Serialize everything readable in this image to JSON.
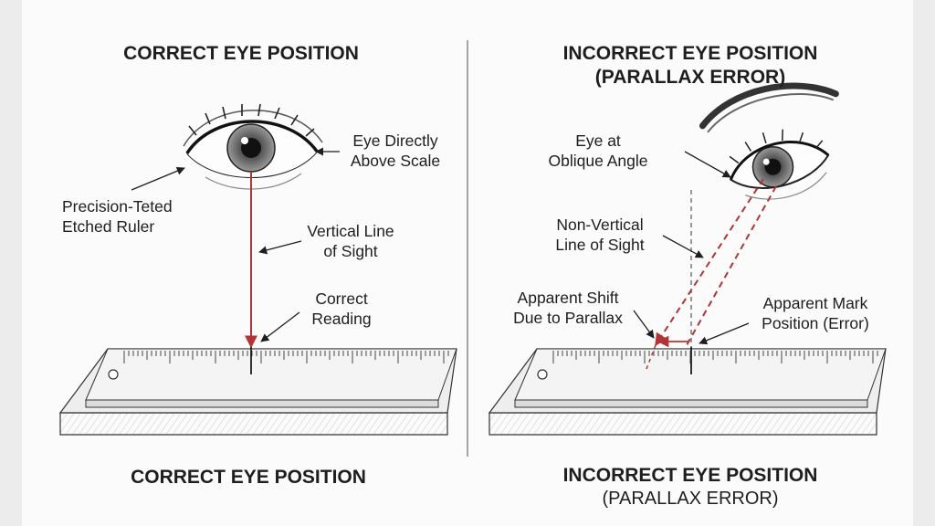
{
  "left_panel": {
    "title": "CORRECT EYE POSITION",
    "labels": {
      "eye": "Eye Directly\nAbove Scale",
      "ruler": "Precision-Teted\nEtched Ruler",
      "sight_line": "Vertical Line\nof Sight",
      "reading": "Correct\nReading"
    },
    "caption": "CORRECT EYE POSITION"
  },
  "right_panel": {
    "title_line1": "INCORRECT EYE POSITION",
    "title_line2": "(PARALLAX ERROR)",
    "labels": {
      "eye": "Eye at\nOblique Angle",
      "sight_line": "Non-Vertical\nLine of Sight",
      "shift": "Apparent Shift\nDue to Parallax",
      "mark": "Apparent Mark\nPosition (Error)"
    },
    "caption_line1": "INCORRECT EYE POSITION",
    "caption_line2": "(PARALLAX ERROR)"
  },
  "colors": {
    "ink": "#1e1e1e",
    "sight_line": "#b23535",
    "ruler_fill": "#f2f2f2",
    "divider": "#8a8a8a"
  }
}
